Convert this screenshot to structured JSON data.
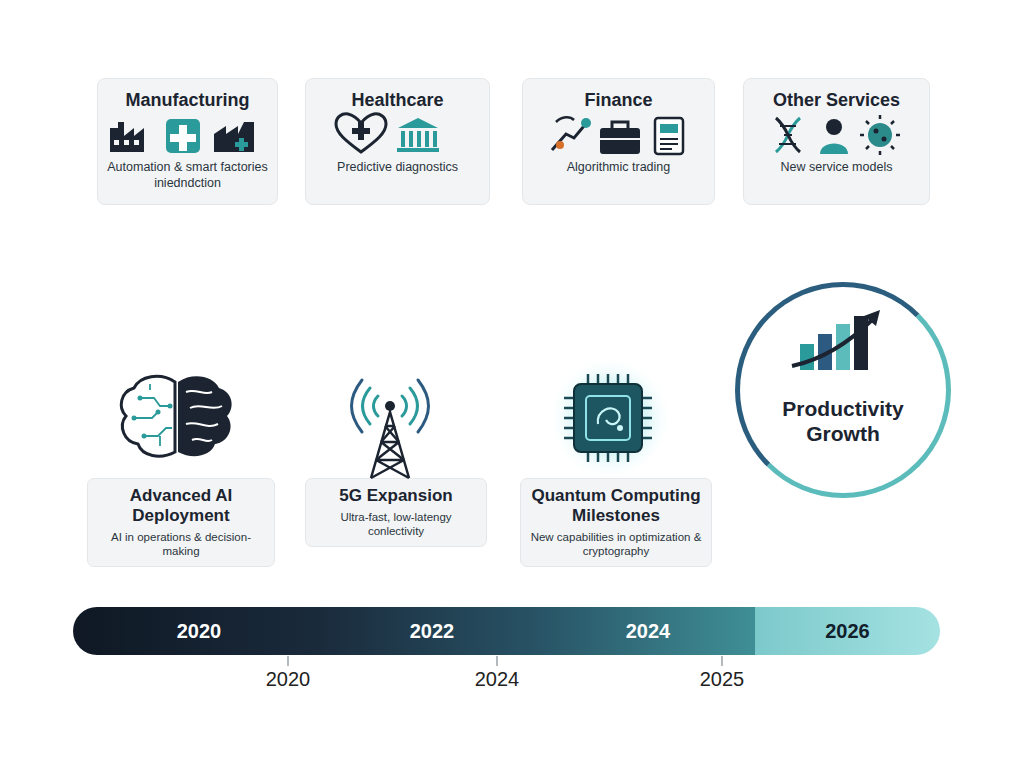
{
  "diagram": {
    "nodes": [
      {
        "text": [
          "Manufacturing",
          "Automation & smart factories iniedndction"
        ]
      },
      {
        "text": [
          "Healthcare",
          "Predictive diagnostics"
        ]
      },
      {
        "text": [
          "Finance",
          "Algorithmic trading"
        ]
      },
      {
        "text": [
          "Other Services",
          "New service models"
        ]
      },
      {
        "text": [
          "Advanced AI Deployment",
          "AI in operations & decision-making"
        ]
      },
      {
        "text": [
          "5G Expansion",
          "Ultra-fast, low-latengy conlectivity"
        ]
      },
      {
        "text": [
          "Quantum Computing Milestones",
          "New capabilities in optimization & cryptography"
        ]
      },
      {
        "text": [
          "Productivity Growth"
        ]
      },
      {
        "text": [
          "2020"
        ]
      },
      {
        "text": [
          "2022"
        ]
      },
      {
        "text": [
          "2024"
        ]
      },
      {
        "text": [
          "2026"
        ]
      }
    ],
    "edges": [
      {
        "from": 4,
        "to": 7,
        "arrow": "to"
      },
      {
        "from": 0,
        "to": 7,
        "arrow": "both"
      },
      {
        "from": 1,
        "to": 7,
        "arrow": "to"
      },
      {
        "from": 5,
        "to": 2,
        "arrow": "to"
      },
      {
        "from": 5,
        "to": 7,
        "arrow": "to"
      },
      {
        "from": 2,
        "to": 5,
        "arrow": "to"
      },
      {
        "from": 6,
        "to": 3,
        "arrow": "to"
      },
      {
        "from": 6,
        "to": 7,
        "arrow": "to"
      },
      {
        "from": 4,
        "to": 6,
        "arrow": "to"
      },
      {
        "from": 7,
        "to": 4,
        "arrow": "to"
      },
      {
        "from": 4,
        "to": 8,
        "arrow": "to"
      },
      {
        "from": 5,
        "to": 9,
        "arrow": "to"
      },
      {
        "from": 6,
        "to": 10,
        "arrow": "to"
      },
      {
        "from": 7,
        "to": 11,
        "arrow": "none"
      }
    ],
    "labels": [
      "2020",
      "2024",
      "2025"
    ]
  }
}
